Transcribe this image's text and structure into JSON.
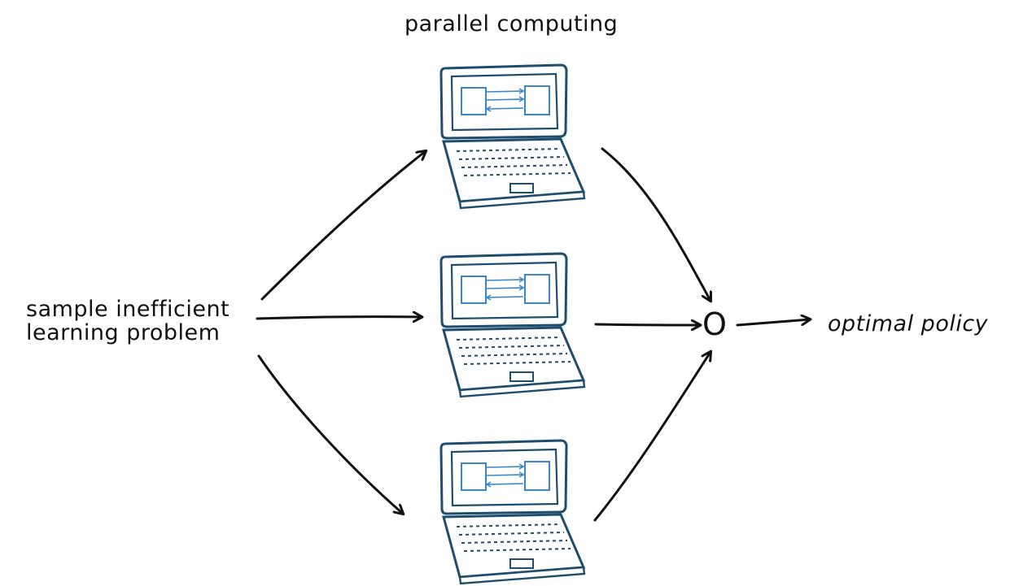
{
  "diagram": {
    "title": "parallel computing",
    "source": {
      "line1": "sample inefficient",
      "line2": "learning problem"
    },
    "aggregator": "O",
    "target": "optimal policy",
    "colors": {
      "ink": "#111111",
      "laptop_outline": "#1f4d6e",
      "laptop_accent": "#3a86c8"
    },
    "icons": [
      "laptop-icon",
      "laptop-icon",
      "laptop-icon"
    ]
  }
}
